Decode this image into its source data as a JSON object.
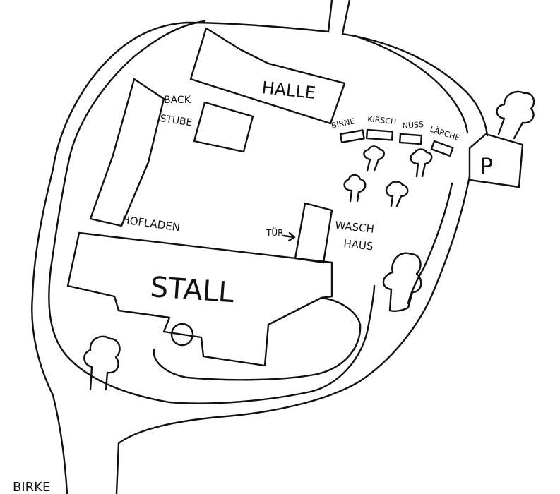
{
  "map": {
    "colors": {
      "ink": "#111111",
      "paper": "#ffffff"
    },
    "labels": {
      "halle": "HALLE",
      "backstube_line1": "BACK",
      "backstube_line2": "STUBE",
      "hofladen": "HOFLADEN",
      "stall": "STALL",
      "waschhaus_line1": "WASCH",
      "waschhaus_line2": "HAUS",
      "tuer": "TÜR",
      "birne": "BIRNE",
      "kirsch": "KIRSCH",
      "nuss": "NUSS",
      "laerche": "LÄRCHE",
      "parking": "P",
      "birke": "BIRKE"
    },
    "icons": {
      "tree": "tree-icon",
      "parking": "parking-sign-icon",
      "arrow": "arrow-right-icon"
    }
  }
}
